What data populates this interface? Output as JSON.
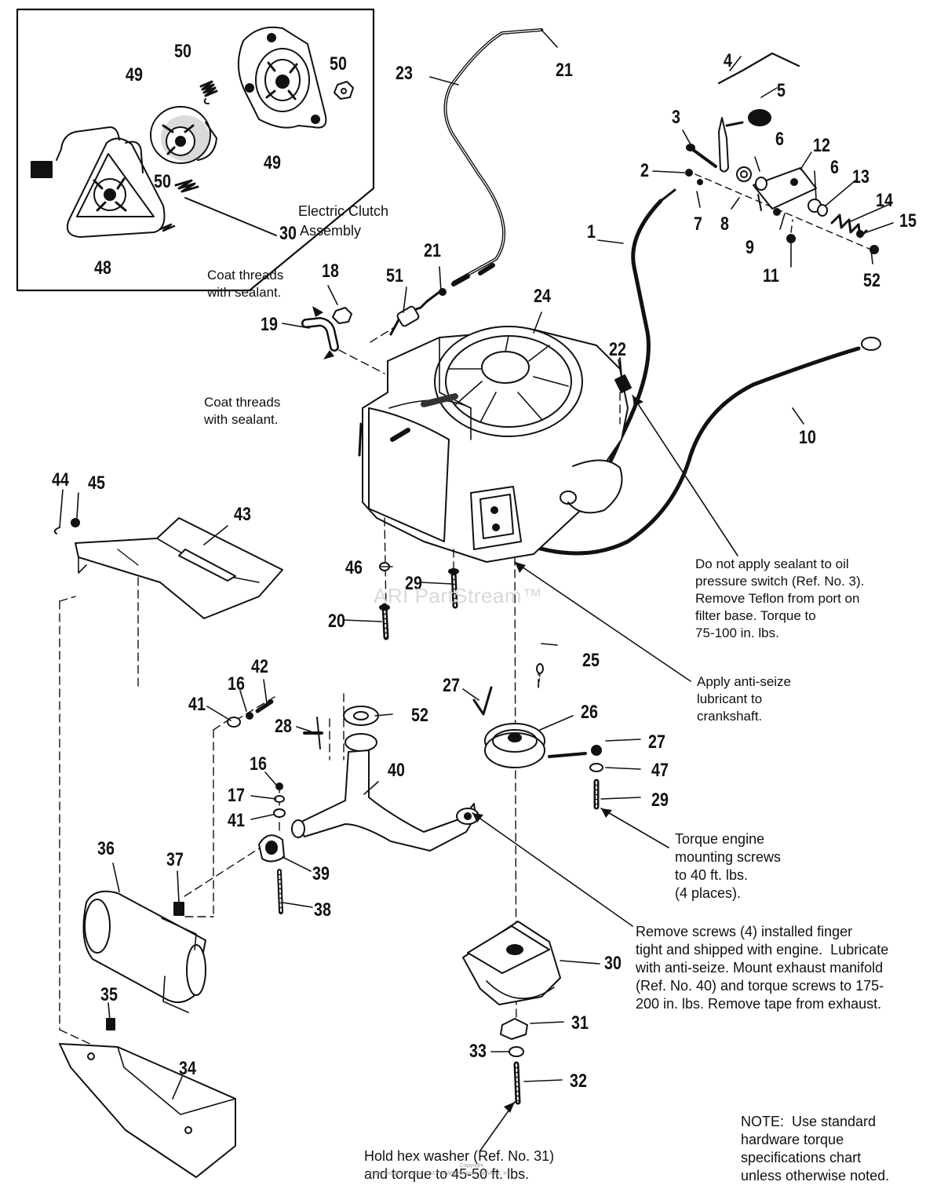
{
  "diagram": {
    "inset": {
      "caption_line1": "Electric Clutch",
      "caption_line2": "Assembly",
      "ref": "30",
      "refs": [
        "50",
        "49",
        "50",
        "49",
        "50",
        "48"
      ]
    },
    "refs": {
      "r1": "1",
      "r2": "2",
      "r3": "3",
      "r4": "4",
      "r5": "5",
      "r6a": "6",
      "r6b": "6",
      "r7": "7",
      "r8": "8",
      "r9": "9",
      "r10": "10",
      "r11": "11",
      "r12": "12",
      "r13": "13",
      "r14": "14",
      "r15": "15",
      "r16a": "16",
      "r16b": "16",
      "r17": "17",
      "r18": "18",
      "r19": "19",
      "r20": "20",
      "r21a": "21",
      "r21b": "21",
      "r22": "22",
      "r23": "23",
      "r24": "24",
      "r25": "25",
      "r26": "26",
      "r27a": "27",
      "r27b": "27",
      "r28": "28",
      "r29a": "29",
      "r29b": "29",
      "r30": "30",
      "r31": "31",
      "r32": "32",
      "r33": "33",
      "r34": "34",
      "r35": "35",
      "r36": "36",
      "r37": "37",
      "r38": "38",
      "r39": "39",
      "r40": "40",
      "r41a": "41",
      "r41b": "41",
      "r42": "42",
      "r43": "43",
      "r44": "44",
      "r45": "45",
      "r46": "46",
      "r47": "47",
      "r51": "51",
      "r52a": "52",
      "r52b": "52"
    },
    "notes": {
      "coat_threads_top": "Coat threads\nwith sealant.",
      "coat_threads_bottom": "Coat threads\nwith sealant.",
      "oil_pressure": "Do not apply sealant to oil\npressure switch (Ref. No. 3).\nRemove Teflon from port on\nfilter base. Torque to\n75-100 in. lbs.",
      "anti_seize": "Apply anti-seize\nlubricant to\ncrankshaft.",
      "engine_mounting": "Torque engine\nmounting screws\nto 40 ft. lbs.\n(4 places).",
      "remove_screws": "Remove screws (4) installed finger\ntight and shipped with engine.  Lubricate\nwith anti-seize. Mount exhaust manifold\n(Ref. No. 40) and torque screws to 175-\n200 in. lbs. Remove tape from exhaust.",
      "hex_washer": "Hold hex washer (Ref. No. 31)\nand torque to 45-50 ft. lbs.",
      "standard_note": "NOTE:  Use standard\nhardware torque\nspecifications chart\nunless otherwise noted."
    },
    "watermark": "ARI PartStream™",
    "copyright_line1": "Copyright",
    "copyright_line2": "Page design (c) 2004 - 2017 by ARI Network Services, Inc."
  }
}
